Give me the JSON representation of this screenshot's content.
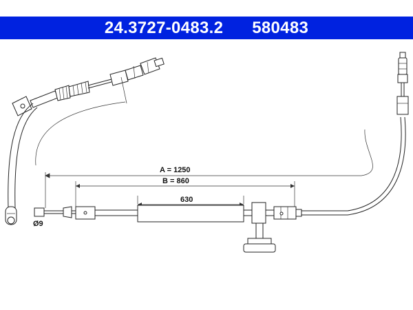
{
  "header": {
    "article_number": "24.3727-0483.2",
    "reference_number": "580483",
    "background_color": "#0022e0",
    "text_color": "#ffffff"
  },
  "dimensions": {
    "a_label": "A = 1250",
    "b_label": "B = 860",
    "inner_label": "630",
    "diameter_label": "Ø9"
  }
}
